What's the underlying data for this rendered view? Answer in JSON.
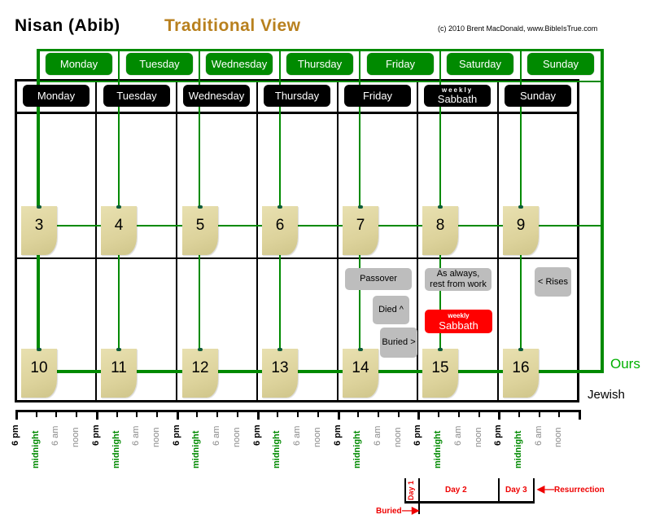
{
  "header": {
    "title": "Nisan (Abib)",
    "subtitle": "Traditional View",
    "copyright": "(c) 2010 Brent MacDonald, www.BibleIsTrue.com"
  },
  "colors": {
    "ours_green": "#008a00",
    "jewish_black": "#000000",
    "subtitle_gold": "#b8801e",
    "sabbath_red": "#ff0000",
    "note_tan": "#ddd39c",
    "event_gray": "#bdbdbd"
  },
  "our_days": [
    "Monday",
    "Tuesday",
    "Wednesday",
    "Thursday",
    "Friday",
    "Saturday",
    "Sunday"
  ],
  "jewish_days": [
    {
      "label": "Monday"
    },
    {
      "label": "Tuesday"
    },
    {
      "label": "Wednesday"
    },
    {
      "label": "Thursday"
    },
    {
      "label": "Friday"
    },
    {
      "small": "weekly",
      "label": "Sabbath"
    },
    {
      "label": "Sunday"
    }
  ],
  "week1_dates": [
    "3",
    "4",
    "5",
    "6",
    "7",
    "8",
    "9"
  ],
  "week2_dates": [
    "10",
    "11",
    "12",
    "13",
    "14",
    "15",
    "16"
  ],
  "events": {
    "passover": "Passover",
    "died": "Died ^",
    "buried": "Buried >",
    "rest_line1": "As always,",
    "rest_line2": "rest from work",
    "weekly_small": "weekly",
    "weekly_sabbath": "Sabbath",
    "rises": "< Rises"
  },
  "legend": {
    "ours": "Ours",
    "jewish": "Jewish"
  },
  "timeline": {
    "labels": [
      "6 pm",
      "midnight",
      "6 am",
      "noon"
    ],
    "days_count": 7
  },
  "burial_span": {
    "day1": "Day 1",
    "day2": "Day 2",
    "day3": "Day 3",
    "buried": "Buried",
    "resurrection": "Resurrection"
  }
}
